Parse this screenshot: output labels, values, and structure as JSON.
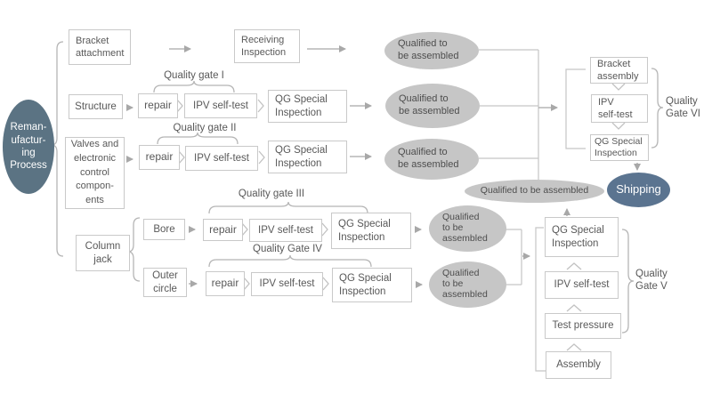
{
  "diagram": {
    "source": {
      "label": "Reman-\nufactur-\ning\nProcess"
    },
    "top_row": {
      "bracket_attachment": "Bracket\nattachment",
      "receiving_inspection": "Receiving\nInspection"
    },
    "components": {
      "structure": "Structure",
      "valves": "Valves and\nelectronic\ncontrol\ncompon-\nents",
      "column_jack": "Column\njack",
      "bore": "Bore",
      "outer_circle": "Outer\ncircle"
    },
    "steps": {
      "repair": "repair",
      "ipv_self_test": "IPV self-test",
      "qg_special_inspection": "QG Special\nInspection"
    },
    "gates": {
      "gate1": "Quality gate I",
      "gate2": "Quality gate II",
      "gate3": "Quality gate III",
      "gate4": "Quality Gate IV",
      "gate5": "Quality\nGate V",
      "gate6": "Quality\nGate VI"
    },
    "qualified": {
      "two_line": "Qualified to\nbe assembled",
      "three_line": "Qualified\nto be\nassembled",
      "one_line": "Qualified to be assembled"
    },
    "final_assembly": {
      "bracket_assembly": "Bracket\nassembly",
      "ipv_self_test": "IPV\nself-test",
      "qg_special_inspection": "QG Special\nInspection"
    },
    "qg5_column": {
      "qg_special_inspection": "QG Special\nInspection",
      "ipv_self_test": "IPV self-test",
      "test_pressure": "Test pressure",
      "assembly": "Assembly"
    },
    "shipping": "Shipping",
    "colors": {
      "process_ellipse": "#5b7383",
      "shipping_ellipse": "#5b7490",
      "qualified_ellipse": "#c6c6c6",
      "box_border": "#c9c9c9",
      "text": "#595959",
      "line": "#c5c5c5",
      "arrow": "#a8a8a8",
      "brace": "#b5b5b5"
    }
  }
}
